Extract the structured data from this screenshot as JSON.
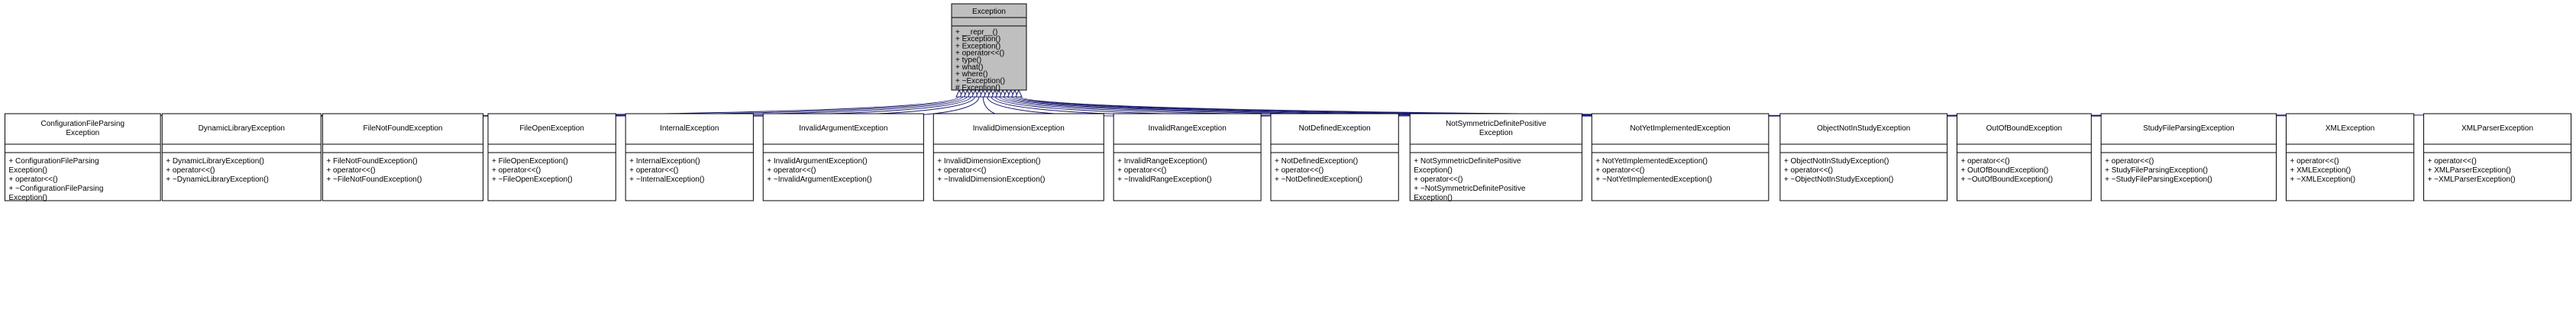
{
  "diagram": {
    "base_class": {
      "name": "Exception",
      "attributes": [],
      "operations": [
        "+ __repr__()",
        "+ Exception()",
        "+ Exception()",
        "+ operator<<()",
        "+ type()",
        "+ what()",
        "+ where()",
        "+ ~Exception()",
        "# Exception()"
      ]
    },
    "derived_classes": [
      {
        "name": "ConfigurationFileParsing\nException",
        "operations": [
          "+ ConfigurationFileParsing\nException()",
          "+ operator<<()",
          "+ ~ConfigurationFileParsing\nException()"
        ]
      },
      {
        "name": "DynamicLibraryException",
        "operations": [
          "+ DynamicLibraryException()",
          "+ operator<<()",
          "+ ~DynamicLibraryException()"
        ]
      },
      {
        "name": "FileNotFoundException",
        "operations": [
          "+ FileNotFoundException()",
          "+ operator<<()",
          "+ ~FileNotFoundException()"
        ]
      },
      {
        "name": "FileOpenException",
        "operations": [
          "+ FileOpenException()",
          "+ operator<<()",
          "+ ~FileOpenException()"
        ]
      },
      {
        "name": "InternalException",
        "operations": [
          "+ InternalException()",
          "+ operator<<()",
          "+ ~InternalException()"
        ]
      },
      {
        "name": "InvalidArgumentException",
        "operations": [
          "+ InvalidArgumentException()",
          "+ operator<<()",
          "+ ~InvalidArgumentException()"
        ]
      },
      {
        "name": "InvalidDimensionException",
        "operations": [
          "+ InvalidDimensionException()",
          "+ operator<<()",
          "+ ~InvalidDimensionException()"
        ]
      },
      {
        "name": "InvalidRangeException",
        "operations": [
          "+ InvalidRangeException()",
          "+ operator<<()",
          "+ ~InvalidRangeException()"
        ]
      },
      {
        "name": "NotDefinedException",
        "operations": [
          "+ NotDefinedException()",
          "+ operator<<()",
          "+ ~NotDefinedException()"
        ]
      },
      {
        "name": "NotSymmetricDefinitePositive\nException",
        "operations": [
          "+ NotSymmetricDefinitePositive\nException()",
          "+ operator<<()",
          "+ ~NotSymmetricDefinitePositive\nException()"
        ]
      },
      {
        "name": "NotYetImplementedException",
        "operations": [
          "+ NotYetImplementedException()",
          "+ operator<<()",
          "+ ~NotYetImplementedException()"
        ]
      },
      {
        "name": "ObjectNotInStudyException",
        "operations": [
          "+ ObjectNotInStudyException()",
          "+ operator<<()",
          "+ ~ObjectNotInStudyException()"
        ]
      },
      {
        "name": "OutOfBoundException",
        "operations": [
          "+ operator<<()",
          "+ OutOfBoundException()",
          "+ ~OutOfBoundException()"
        ]
      },
      {
        "name": "StudyFileParsingException",
        "operations": [
          "+ operator<<()",
          "+ StudyFileParsingException()",
          "+ ~StudyFileParsingException()"
        ]
      },
      {
        "name": "XMLException",
        "operations": [
          "+ operator<<()",
          "+ XMLException()",
          "+ ~XMLException()"
        ]
      },
      {
        "name": "XMLParserException",
        "operations": [
          "+ operator<<()",
          "+ XMLParserException()",
          "+ ~XMLParserException()"
        ]
      }
    ],
    "colors": {
      "base_fill": "#bfbfbf",
      "box_fill": "#ffffff",
      "stroke": "#000000",
      "arrow_stroke": "#191970"
    }
  }
}
